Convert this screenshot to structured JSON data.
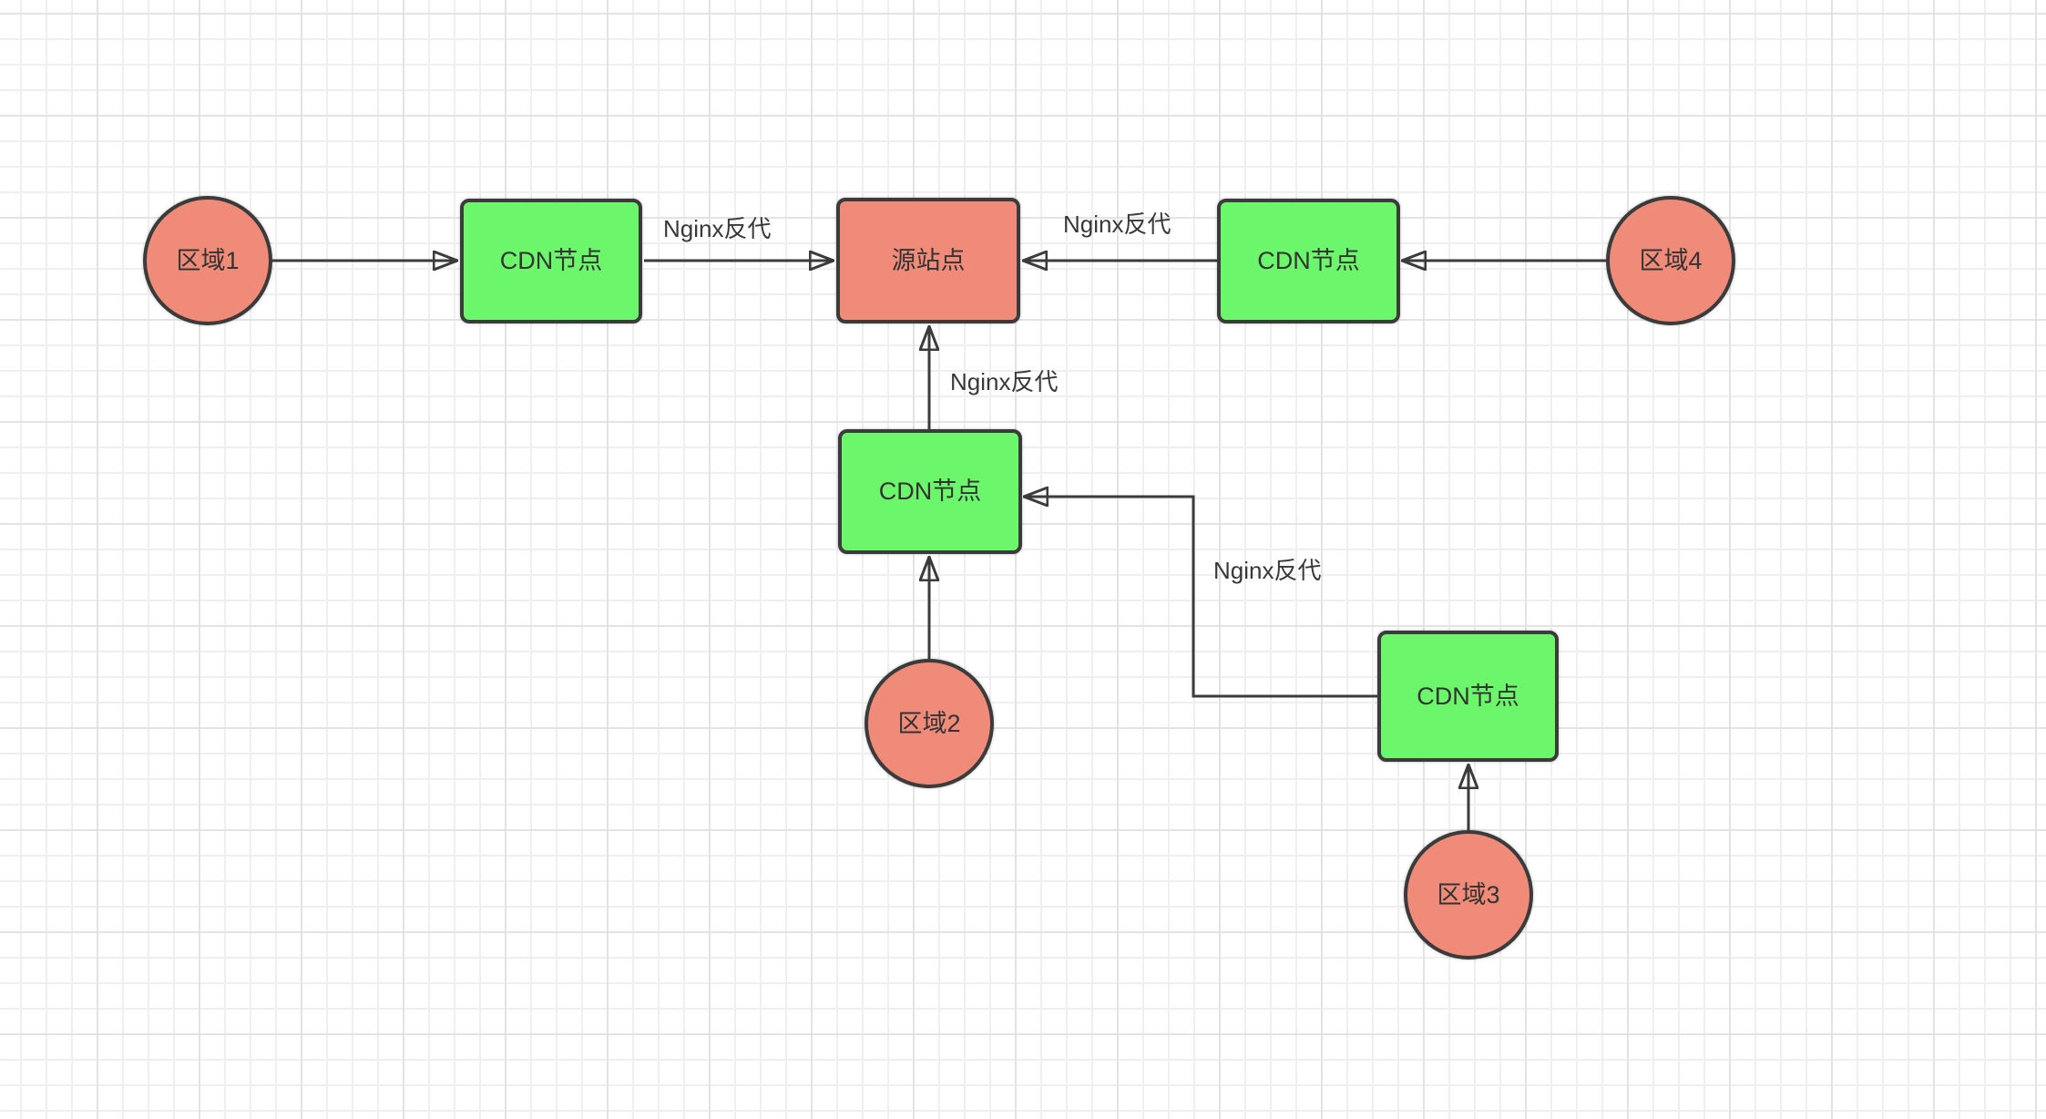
{
  "canvas": {
    "kind": "diagram-grid-canvas",
    "background": "#ffffff",
    "grid_minor_color": "#efefef",
    "grid_major_color": "#e3e3e3"
  },
  "colors": {
    "cdn_node_fill": "#6cf66c",
    "region_fill": "#f08b79",
    "origin_fill": "#f08b79",
    "shape_border": "#3b3b3b",
    "edge_stroke": "#3b3b3b",
    "label_text": "#383838"
  },
  "nodes": {
    "region1": {
      "label": "区域1",
      "shape": "ellipse",
      "fill": "#f08b79"
    },
    "region2": {
      "label": "区域2",
      "shape": "ellipse",
      "fill": "#f08b79"
    },
    "region3": {
      "label": "区域3",
      "shape": "ellipse",
      "fill": "#f08b79"
    },
    "region4": {
      "label": "区域4",
      "shape": "ellipse",
      "fill": "#f08b79"
    },
    "cdn_left": {
      "label": "CDN节点",
      "shape": "rect",
      "fill": "#6cf66c"
    },
    "cdn_mid": {
      "label": "CDN节点",
      "shape": "rect",
      "fill": "#6cf66c"
    },
    "cdn_right": {
      "label": "CDN节点",
      "shape": "rect",
      "fill": "#6cf66c"
    },
    "cdn_bottom_right": {
      "label": "CDN节点",
      "shape": "rect",
      "fill": "#6cf66c"
    },
    "origin": {
      "label": "源站点",
      "shape": "rect",
      "fill": "#f08b79"
    }
  },
  "edges": {
    "region1_to_cdn_left": {
      "from": "region1",
      "to": "cdn_left"
    },
    "cdn_left_to_origin": {
      "from": "cdn_left",
      "to": "origin",
      "label": "Nginx反代"
    },
    "region4_to_cdn_right": {
      "from": "region4",
      "to": "cdn_right"
    },
    "cdn_right_to_origin": {
      "from": "cdn_right",
      "to": "origin",
      "label": "Nginx反代"
    },
    "cdn_mid_to_origin": {
      "from": "cdn_mid",
      "to": "origin",
      "label": "Nginx反代"
    },
    "region2_to_cdn_mid": {
      "from": "region2",
      "to": "cdn_mid"
    },
    "cdn_bottom_right_to_cdn_mid": {
      "from": "cdn_bottom_right",
      "to": "cdn_mid",
      "label": "Nginx反代"
    },
    "region3_to_cdn_bottom_right": {
      "from": "region3",
      "to": "cdn_bottom_right"
    }
  }
}
